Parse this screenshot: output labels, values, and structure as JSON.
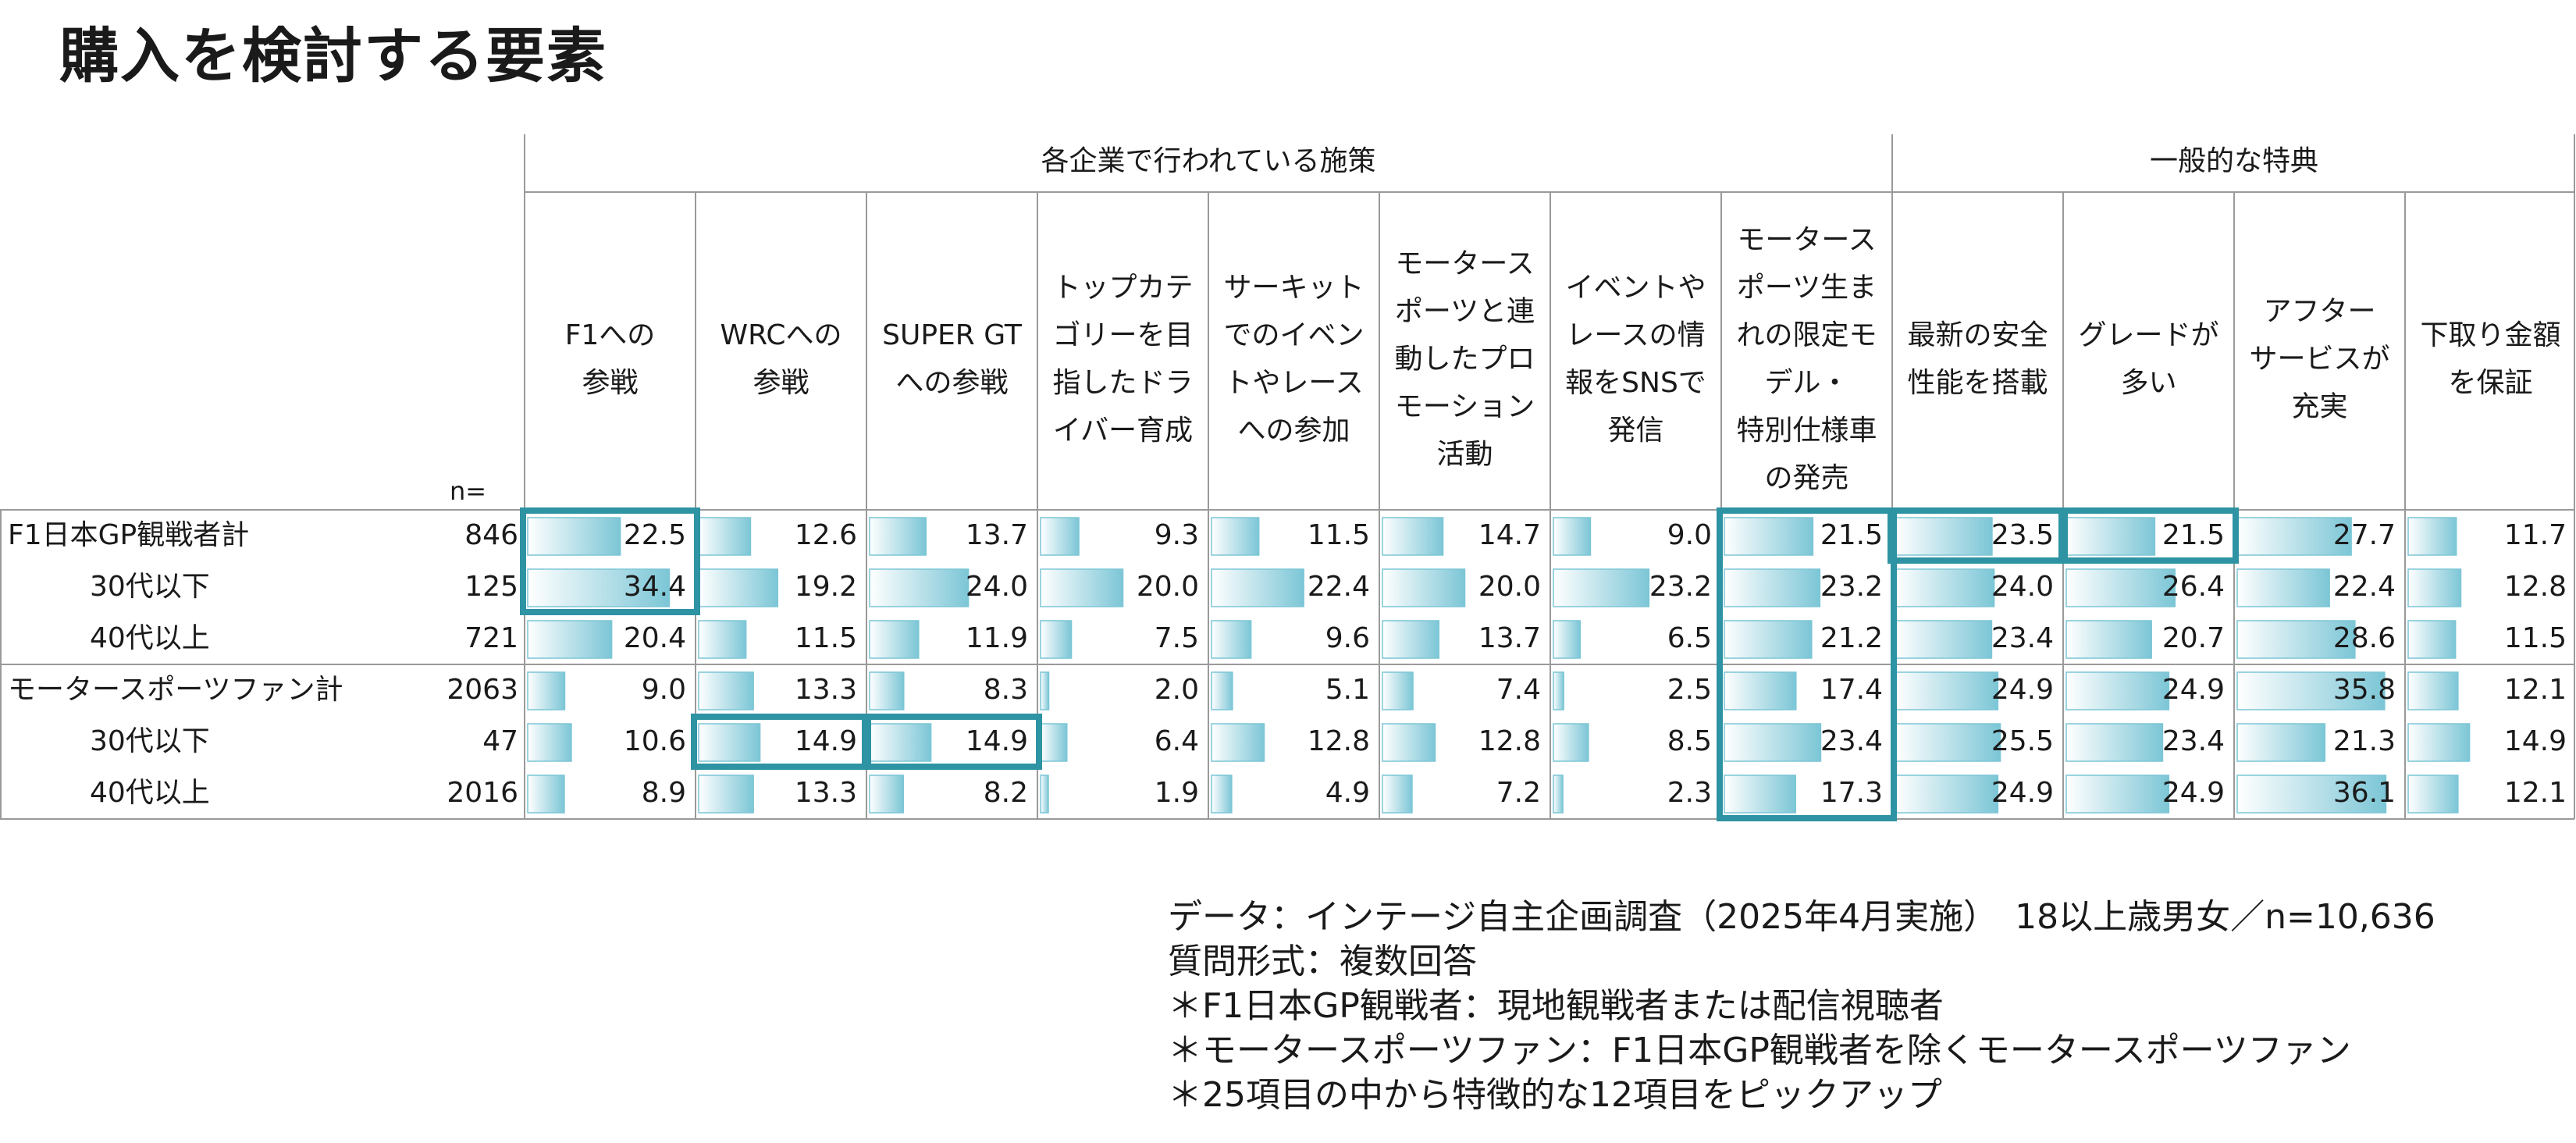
{
  "title": "購入を検討する要素",
  "chart_data": {
    "type": "table",
    "title": "購入を検討する要素",
    "n_label": "n=",
    "groups": [
      {
        "label": "各企業で行われている施策",
        "span": 8
      },
      {
        "label": "一般的な特典",
        "span": 4
      }
    ],
    "columns": [
      {
        "lines": [
          "F1への",
          "参戦"
        ]
      },
      {
        "lines": [
          "WRCへの",
          "参戦"
        ]
      },
      {
        "lines": [
          "SUPER GT",
          "への参戦"
        ]
      },
      {
        "lines": [
          "トップカテ",
          "ゴリーを目",
          "指したドラ",
          "イバー育成"
        ]
      },
      {
        "lines": [
          "サーキット",
          "でのイベン",
          "トやレース",
          "への参加"
        ]
      },
      {
        "lines": [
          "モータース",
          "ポーツと連",
          "動したプロ",
          "モーション",
          "活動"
        ]
      },
      {
        "lines": [
          "イベントや",
          "レースの情",
          "報をSNSで",
          "発信"
        ]
      },
      {
        "lines": [
          "モータース",
          "ポーツ生ま",
          "れの限定モ",
          "デル・",
          "特別仕様車",
          "の発売"
        ]
      },
      {
        "lines": [
          "最新の安全",
          "性能を搭載"
        ]
      },
      {
        "lines": [
          "グレードが",
          "多い"
        ]
      },
      {
        "lines": [
          "アフター",
          "サービスが",
          "充実"
        ]
      },
      {
        "lines": [
          "下取り金額",
          "を保証"
        ]
      }
    ],
    "rows": [
      {
        "label": "F1日本GP観戦者計",
        "indent": false,
        "n": "846",
        "values": [
          22.5,
          12.6,
          13.7,
          9.3,
          11.5,
          14.7,
          9.0,
          21.5,
          23.5,
          21.5,
          27.7,
          11.7
        ]
      },
      {
        "label": "30代以下",
        "indent": true,
        "n": "125",
        "values": [
          34.4,
          19.2,
          24.0,
          20.0,
          22.4,
          20.0,
          23.2,
          23.2,
          24.0,
          26.4,
          22.4,
          12.8
        ]
      },
      {
        "label": "40代以上",
        "indent": true,
        "n": "721",
        "values": [
          20.4,
          11.5,
          11.9,
          7.5,
          9.6,
          13.7,
          6.5,
          21.2,
          23.4,
          20.7,
          28.6,
          11.5
        ]
      },
      {
        "label": "モータースポーツファン計",
        "indent": false,
        "n": "2063",
        "values": [
          9.0,
          13.3,
          8.3,
          2.0,
          5.1,
          7.4,
          2.5,
          17.4,
          24.9,
          24.9,
          35.8,
          12.1
        ]
      },
      {
        "label": "30代以下",
        "indent": true,
        "n": "47",
        "values": [
          10.6,
          14.9,
          14.9,
          6.4,
          12.8,
          12.8,
          8.5,
          23.4,
          25.5,
          23.4,
          21.3,
          14.9
        ]
      },
      {
        "label": "40代以上",
        "indent": true,
        "n": "2016",
        "values": [
          8.9,
          13.3,
          8.2,
          1.9,
          4.9,
          7.2,
          2.3,
          17.3,
          24.9,
          24.9,
          36.1,
          12.1
        ]
      }
    ],
    "value_max": 40,
    "bar_color": "#7cc6d6",
    "highlight_color": "#2e93a3",
    "highlights": [
      {
        "row": 0,
        "col": 0,
        "row_span": 2
      },
      {
        "row": 4,
        "col": 1,
        "row_span": 1
      },
      {
        "row": 4,
        "col": 2,
        "row_span": 1
      },
      {
        "row": 0,
        "col": 7,
        "row_span": 6
      },
      {
        "row": 0,
        "col": 8,
        "row_span": 1
      },
      {
        "row": 0,
        "col": 9,
        "row_span": 1
      }
    ]
  },
  "notes": [
    "データ：インテージ自主企画調査（2025年4月実施）　18以上歳男女／n=10,636",
    "質問形式：複数回答",
    "＊F1日本GP観戦者：現地観戦者または配信視聴者",
    "＊モータースポーツファン：F1日本GP観戦者を除くモータースポーツファン",
    "＊25項目の中から特徴的な12項目をピックアップ"
  ]
}
